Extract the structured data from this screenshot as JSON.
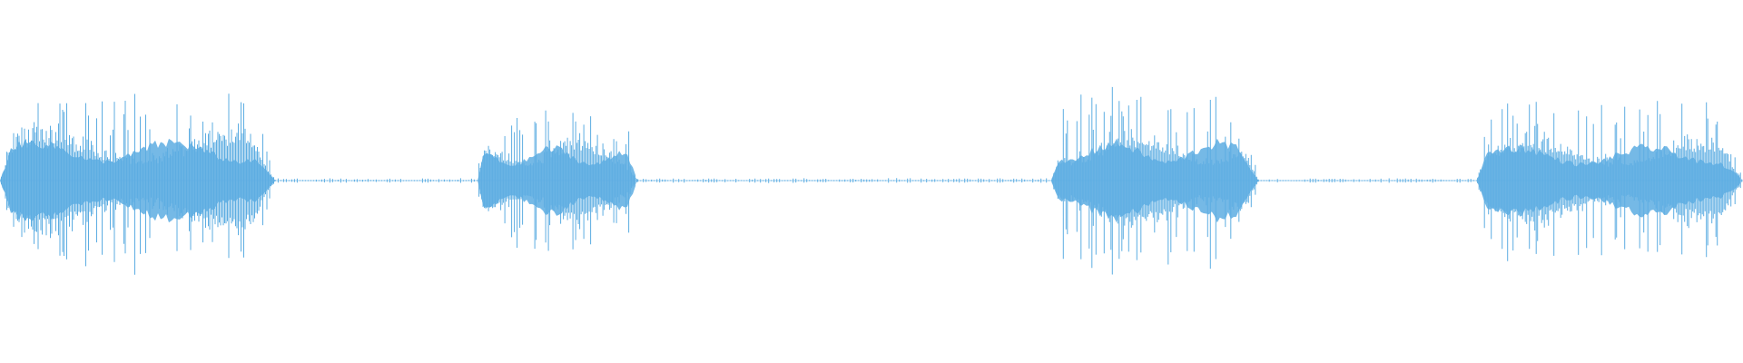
{
  "waveform": {
    "color": "#5dade2",
    "background": "#ffffff",
    "segments": [
      {
        "kind": "speech",
        "start": 0.0,
        "end": 0.158,
        "level": 0.93
      },
      {
        "kind": "silence",
        "start": 0.158,
        "end": 0.274,
        "level": 0.01
      },
      {
        "kind": "speech",
        "start": 0.274,
        "end": 0.366,
        "level": 0.78
      },
      {
        "kind": "silence",
        "start": 0.366,
        "end": 0.603,
        "level": 0.01
      },
      {
        "kind": "speech",
        "start": 0.603,
        "end": 0.722,
        "level": 0.9
      },
      {
        "kind": "silence",
        "start": 0.722,
        "end": 0.847,
        "level": 0.01
      },
      {
        "kind": "speech",
        "start": 0.847,
        "end": 1.0,
        "level": 0.8
      }
    ]
  }
}
